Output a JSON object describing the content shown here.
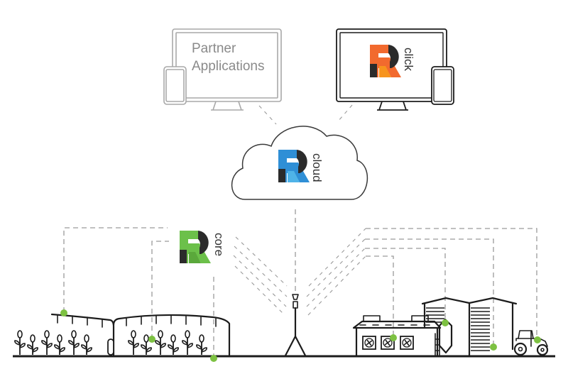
{
  "diagram": {
    "title": "",
    "nodes": {
      "partner": {
        "label_line1": "Partner",
        "label_line2": "Applications",
        "device": "desktop-and-phone",
        "style": "gray"
      },
      "click": {
        "brand_label": "click",
        "logo": "R-logo",
        "color": "#f26a2e",
        "color2": "#f7941d",
        "device": "desktop-and-phone"
      },
      "cloud": {
        "brand_label": "cloud",
        "logo": "R-logo",
        "color": "#2f8fd6",
        "color2": "#4fb3e8",
        "shape": "cloud"
      },
      "core": {
        "brand_label": "core",
        "logo": "R-logo",
        "color": "#6cc04a",
        "color2": "#5aa83b"
      },
      "gateway": {
        "label": "",
        "shape": "antenna-tripod"
      }
    },
    "field_assets": [
      {
        "name": "greenhouse-left",
        "type": "greenhouse"
      },
      {
        "name": "greenhouse-right",
        "type": "greenhouse"
      },
      {
        "name": "barn",
        "type": "barn-with-fans"
      },
      {
        "name": "silo",
        "type": "feed-silo"
      },
      {
        "name": "grain-bins",
        "type": "storage-bins"
      },
      {
        "name": "tractor",
        "type": "tractor"
      }
    ],
    "sensor_dot_color": "#7dc142",
    "logo_dark": "#2b2b2b",
    "connections": [
      {
        "from": "partner",
        "to": "cloud"
      },
      {
        "from": "click",
        "to": "cloud"
      },
      {
        "from": "cloud",
        "to": "gateway"
      },
      {
        "from": "gateway",
        "to": "greenhouse-left"
      },
      {
        "from": "gateway",
        "to": "greenhouse-right"
      },
      {
        "from": "gateway",
        "to": "barn"
      },
      {
        "from": "gateway",
        "to": "silo"
      },
      {
        "from": "gateway",
        "to": "grain-bins"
      },
      {
        "from": "gateway",
        "to": "tractor"
      }
    ]
  }
}
